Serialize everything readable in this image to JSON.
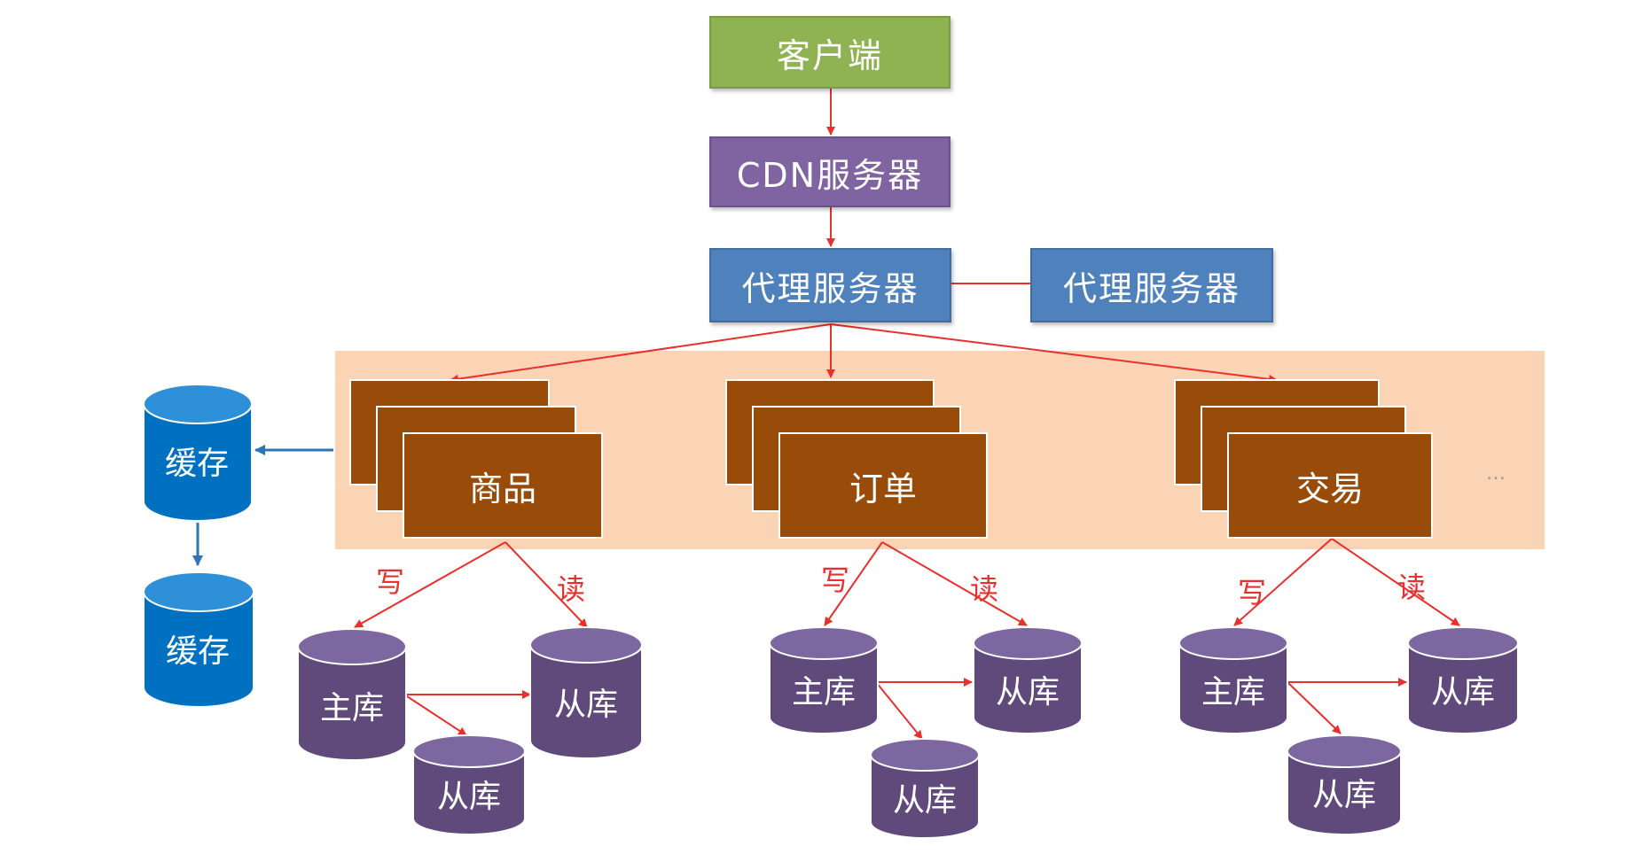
{
  "diagram": {
    "client": "客户端",
    "cdn": "CDN服务器",
    "proxy_main": "代理服务器",
    "proxy_backup": "代理服务器",
    "services": [
      {
        "label": "商品",
        "write": "写",
        "read": "读",
        "master": "主库",
        "slave_a": "从库",
        "slave_b": "从库"
      },
      {
        "label": "订单",
        "write": "写",
        "read": "读",
        "master": "主库",
        "slave_a": "从库",
        "slave_b": "从库"
      },
      {
        "label": "交易",
        "write": "写",
        "read": "读",
        "master": "主库",
        "slave_a": "从库",
        "slave_b": "从库"
      }
    ],
    "more": "…",
    "cache_1": "缓存",
    "cache_2": "缓存"
  },
  "colors": {
    "client": "#8fb352",
    "cdn": "#8063a1",
    "proxy": "#4f81bd",
    "band": "#fbd4b5",
    "service": "#994c0a",
    "db": "#604a7b",
    "cache": "#0070c0",
    "arrow_red": "#e8302c",
    "arrow_blue": "#2e75b6"
  }
}
